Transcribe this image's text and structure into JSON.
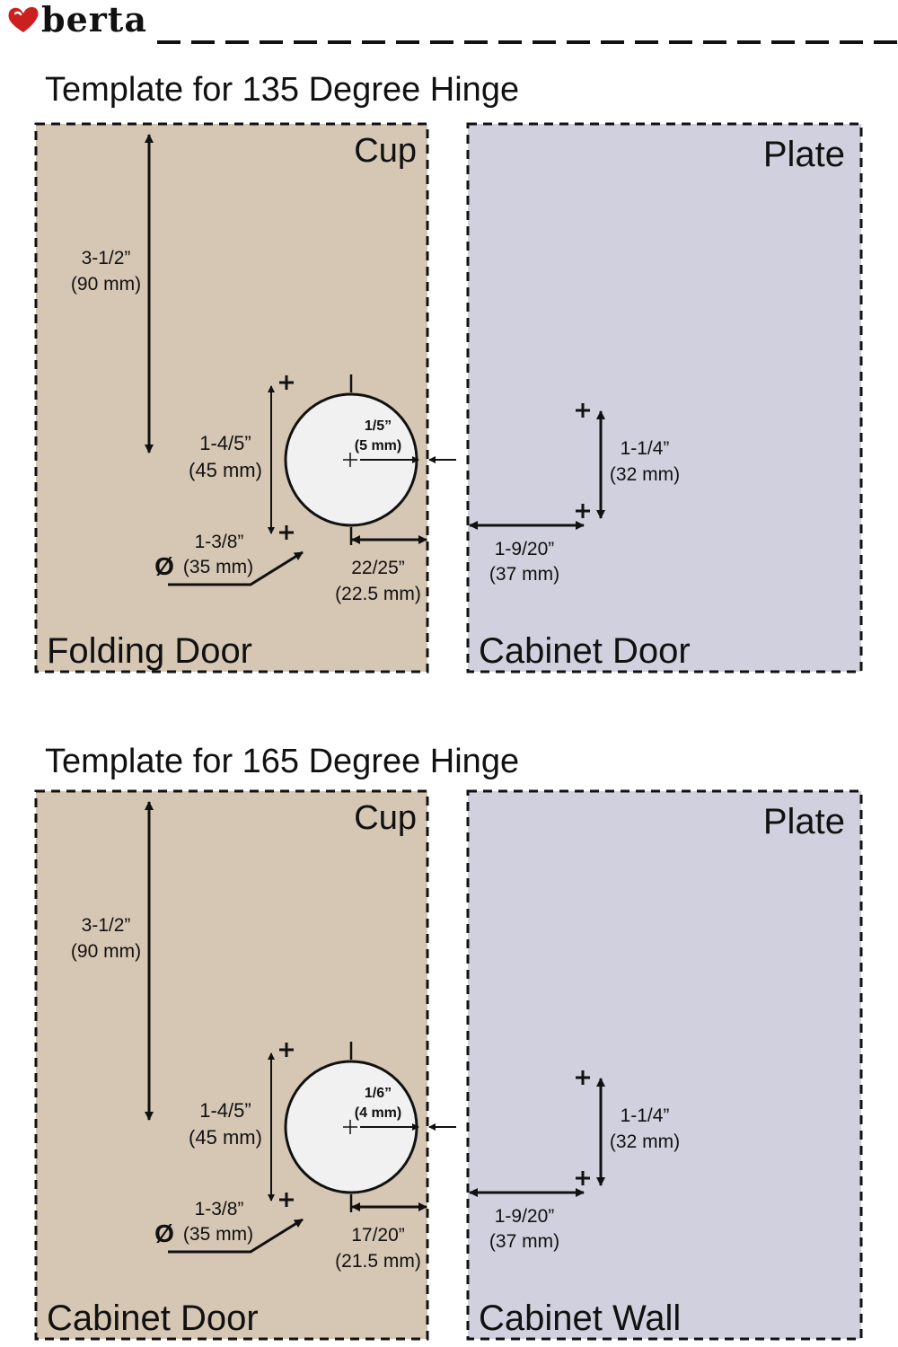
{
  "brand": {
    "name": "berta",
    "logo_color": "#cc1f1f"
  },
  "colors": {
    "cup_panel": "#d6c7b4",
    "plate_panel": "#d1d0de",
    "hole_fill": "#f1f1f1"
  },
  "templates": [
    {
      "title": "Template for 135 Degree Hinge",
      "cup": {
        "label": "Cup",
        "bottom_label": "Folding Door",
        "height": {
          "imperial": "3-1/2”",
          "metric": "(90 mm)"
        },
        "screw_spacing": {
          "imperial": "1-4/5”",
          "metric": "(45 mm)"
        },
        "diameter": {
          "symbol": "Ø",
          "imperial": "1-3/8”",
          "metric": "(35 mm)"
        },
        "center_offset": {
          "imperial": "1/5”",
          "metric": "(5 mm)"
        },
        "edge_distance": {
          "imperial": "22/25”",
          "metric": "(22.5 mm)"
        }
      },
      "plate": {
        "label": "Plate",
        "bottom_label": "Cabinet Door",
        "hole_spacing": {
          "imperial": "1-1/4”",
          "metric": "(32 mm)"
        },
        "edge_distance": {
          "imperial": "1-9/20”",
          "metric": "(37 mm)"
        }
      }
    },
    {
      "title": "Template for 165 Degree Hinge",
      "cup": {
        "label": "Cup",
        "bottom_label": "Cabinet Door",
        "height": {
          "imperial": "3-1/2”",
          "metric": "(90 mm)"
        },
        "screw_spacing": {
          "imperial": "1-4/5”",
          "metric": "(45 mm)"
        },
        "diameter": {
          "symbol": "Ø",
          "imperial": "1-3/8”",
          "metric": "(35 mm)"
        },
        "center_offset": {
          "imperial": "1/6”",
          "metric": "(4 mm)"
        },
        "edge_distance": {
          "imperial": "17/20”",
          "metric": "(21.5 mm)"
        }
      },
      "plate": {
        "label": "Plate",
        "bottom_label": "Cabinet Wall",
        "hole_spacing": {
          "imperial": "1-1/4”",
          "metric": "(32 mm)"
        },
        "edge_distance": {
          "imperial": "1-9/20”",
          "metric": "(37 mm)"
        }
      }
    }
  ]
}
